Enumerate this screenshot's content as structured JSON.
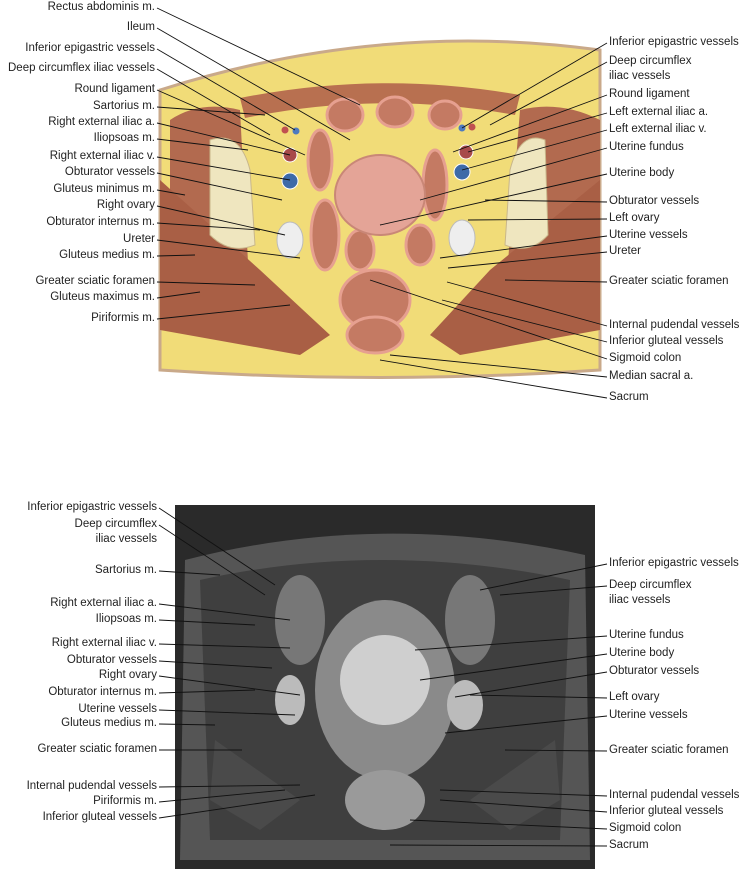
{
  "top_figure": {
    "left_labels": [
      "Rectus abdominis m.",
      "Ileum",
      "Inferior epigastric vessels",
      "Deep circumflex iliac vessels",
      "Round ligament",
      "Sartorius m.",
      "Right external iliac a.",
      "Iliopsoas m.",
      "Right external iliac v.",
      "Obturator vessels",
      "Gluteus minimus m.",
      "Right ovary",
      "Obturator internus m.",
      "Ureter",
      "Gluteus medius m.",
      "Greater sciatic foramen",
      "Gluteus maximus m.",
      "Piriformis m."
    ],
    "right_labels": [
      "Inferior epigastric vessels",
      "Deep circumflex\niliac vessels",
      "Round ligament",
      "Left external iliac a.",
      "Left external iliac v.",
      "Uterine fundus",
      "Uterine body",
      "Obturator vessels",
      "Left ovary",
      "Uterine vessels",
      "Ureter",
      "Greater sciatic foramen",
      "Internal pudendal vessels",
      "Inferior gluteal vessels",
      "Sigmoid colon",
      "Median sacral a.",
      "Sacrum"
    ]
  },
  "bottom_figure": {
    "left_labels": [
      "Inferior epigastric vessels",
      "Deep circumflex\niliac vessels",
      "Sartorius m.",
      "Right external iliac a.",
      "Iliopsoas m.",
      "Right external iliac v.",
      "Obturator vessels",
      "Right ovary",
      "Obturator internus m.",
      "Uterine vessels",
      "Gluteus medius m.",
      "Greater sciatic foramen",
      "Internal pudendal vessels",
      "Piriformis m.",
      "Inferior gluteal vessels"
    ],
    "right_labels": [
      "Inferior epigastric vessels",
      "Deep circumflex\niliac vessels",
      "Uterine fundus",
      "Uterine body",
      "Obturator vessels",
      "Left ovary",
      "Uterine vessels",
      "Greater sciatic foramen",
      "Internal pudendal vessels",
      "Inferior gluteal vessels",
      "Sigmoid colon",
      "Sacrum"
    ]
  },
  "colors": {
    "fat": "#f1dc78",
    "muscle": "#b26a4f",
    "bone": "#efe6bf",
    "uterus": "#e4a497",
    "mri_bg": "#2a2a2a"
  }
}
